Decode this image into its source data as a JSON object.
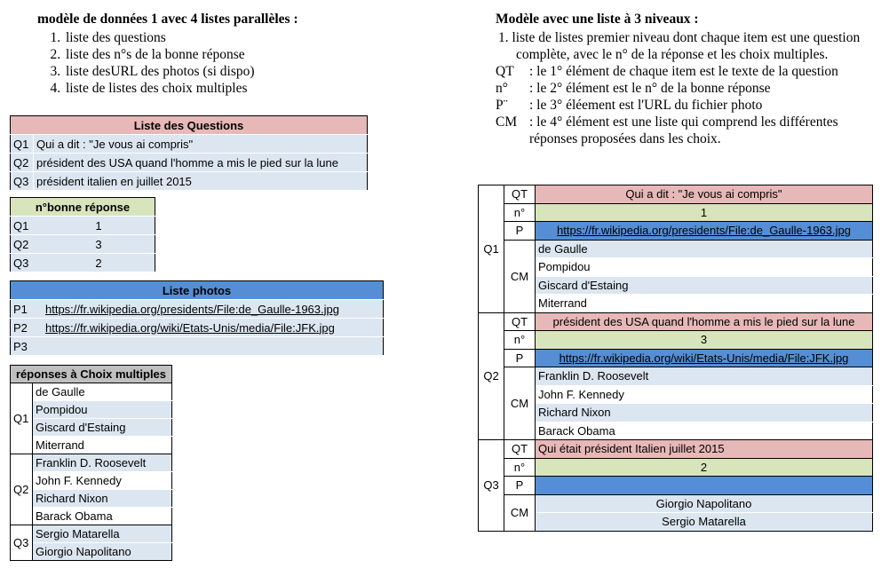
{
  "left_intro": {
    "title": "modèle de données 1 avec 4 listes parallèles :",
    "items": [
      "liste des questions",
      "liste des n°s de la bonne réponse",
      "liste desURL des photos (si dispo)",
      "liste de listes des choix multiples"
    ]
  },
  "right_intro": {
    "title": "Modèle avec une liste à 3 niveaux :",
    "item1": "1. liste de listes premier niveau dont chaque item est une question complète, avec le n° de la réponse et les choix multiples.",
    "legend": [
      {
        "key": "QT",
        "text": ": le 1° élément de chaque item est le texte de la question"
      },
      {
        "key": "n°",
        "text": ": le 2° élément est le n° de la bonne réponse"
      },
      {
        "key": "P¨",
        "text": ": le 3° éléement est l'URL du fichier photo"
      },
      {
        "key": "CM",
        "text": ": le 4° élément est une liste qui comprend les différentes réponses proposées dans les choix."
      }
    ]
  },
  "questions_table": {
    "header": "Liste des Questions",
    "rows": [
      {
        "id": "Q1",
        "text": "Qui a dit : \"Je vous ai compris\""
      },
      {
        "id": "Q2",
        "text": "président des USA quand l'homme a mis le pied sur la lune"
      },
      {
        "id": "Q3",
        "text": "président italien en juillet 2015"
      }
    ]
  },
  "answers_table": {
    "header": "n°bonne réponse",
    "rows": [
      {
        "id": "Q1",
        "value": "1"
      },
      {
        "id": "Q2",
        "value": "3"
      },
      {
        "id": "Q3",
        "value": "2"
      }
    ]
  },
  "photos_table": {
    "header": "Liste photos",
    "rows": [
      {
        "id": "P1",
        "url": "https://fr.wikipedia.org/presidents/File:de_Gaulle-1963.jpg"
      },
      {
        "id": "P2",
        "url": "https://fr.wikipedia.org/wiki/Etats-Unis/media/File:JFK.jpg"
      },
      {
        "id": "P3",
        "url": ""
      }
    ]
  },
  "choices_table": {
    "header": "réponses à Choix multiples",
    "groups": [
      {
        "id": "Q1",
        "options": [
          "de Gaulle",
          "Pompidou",
          "Giscard d'Estaing",
          "Miterrand"
        ]
      },
      {
        "id": "Q2",
        "options": [
          "Franklin D. Roosevelt",
          "John F. Kennedy",
          "Richard Nixon",
          "Barack Obama"
        ]
      },
      {
        "id": "Q3",
        "options": [
          "Sergio Matarella",
          "Giorgio Napolitano"
        ]
      }
    ]
  },
  "nested_table": {
    "keys": {
      "qt": "QT",
      "n": "n°",
      "p": "P",
      "cm": "CM"
    },
    "items": [
      {
        "id": "Q1",
        "qt": "Qui a dit : \"Je vous ai compris\"",
        "n": "1",
        "p": "https://fr.wikipedia.org/presidents/File:de_Gaulle-1963.jpg",
        "cm": [
          "de Gaulle",
          "Pompidou",
          "Giscard d'Estaing",
          "Miterrand"
        ]
      },
      {
        "id": "Q2",
        "qt": "président des USA quand l'homme a mis le pied sur la lune",
        "n": "3",
        "p": "https://fr.wikipedia.org/wiki/Etats-Unis/media/File:JFK.jpg",
        "cm": [
          "Franklin D. Roosevelt",
          "John F. Kennedy",
          "Richard Nixon",
          "Barack Obama"
        ]
      },
      {
        "id": "Q3",
        "qt": "Qui était président Italien juillet 2015",
        "n": "2",
        "p": "",
        "cm": [
          "Giorgio Napolitano",
          "Sergio Matarella"
        ]
      }
    ]
  },
  "colors": {
    "pink": "#e6b8b7",
    "green": "#d8e4bc",
    "blue": "#558ed5",
    "lavender": "#dce6f1",
    "gray": "#bfbfbf"
  }
}
